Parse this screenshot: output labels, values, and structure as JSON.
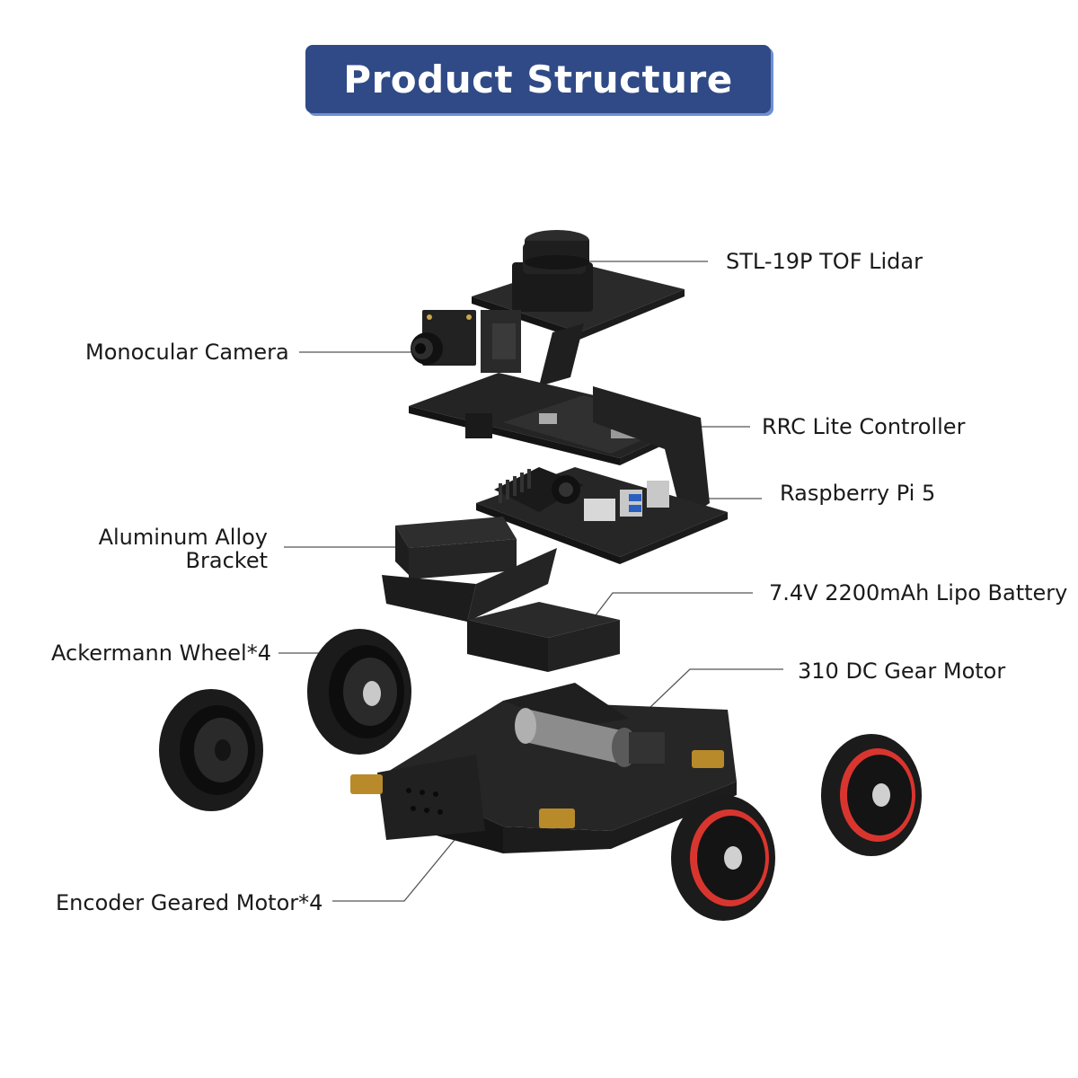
{
  "title": "Product Structure",
  "colors": {
    "title_bg": "#2f4a86",
    "title_shadow": "#6f8fd0",
    "chassis": "#2a2a2a",
    "wheel_rim_accent": "#e0403a"
  },
  "labels": {
    "lidar": "STL-19P TOF Lidar",
    "camera": "Monocular Camera",
    "controller": "RRC Lite Controller",
    "raspberry": "Raspberry Pi 5",
    "bracket_line1": "Aluminum Alloy",
    "bracket_line2": "Bracket",
    "battery": "7.4V 2200mAh Lipo Battery",
    "wheel": "Ackermann Wheel*4",
    "gear_motor": "310 DC Gear Motor",
    "encoder_motor": "Encoder Geared Motor*4"
  }
}
